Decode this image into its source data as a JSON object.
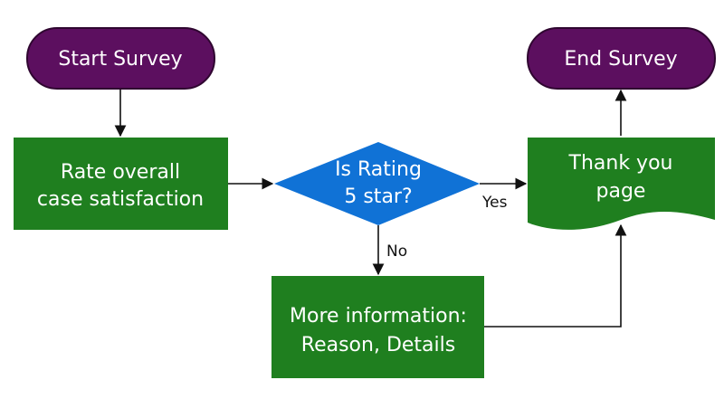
{
  "colors": {
    "terminal": "#5c0f5f",
    "terminal_border": "#2f0630",
    "process": "#1f7f1f",
    "decision": "#1072d6",
    "text": "#ffffff",
    "edge": "#111111"
  },
  "nodes": {
    "start": {
      "label": "Start Survey"
    },
    "rate": {
      "line1": "Rate overall",
      "line2": "case satisfaction"
    },
    "decision": {
      "line1": "Is Rating",
      "line2": "5 star?"
    },
    "thank_you": {
      "line1": "Thank you",
      "line2": "page"
    },
    "more_info": {
      "line1": "More information:",
      "line2": "Reason, Details"
    },
    "end": {
      "label": "End Survey"
    }
  },
  "edges": {
    "yes_label": "Yes",
    "no_label": "No"
  }
}
